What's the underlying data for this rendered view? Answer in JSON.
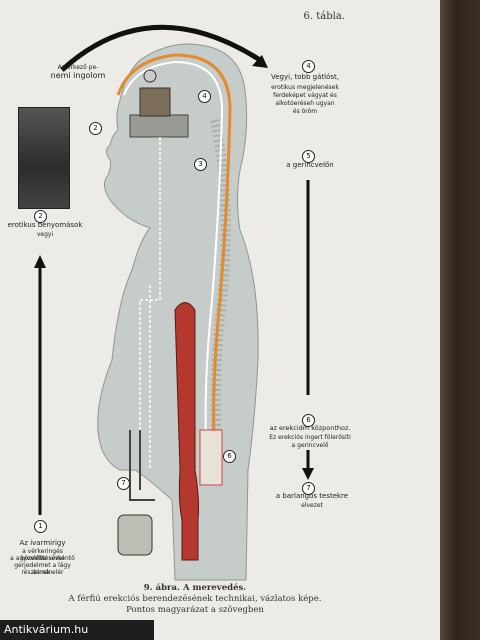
{
  "plate_number": "6. tábla.",
  "labels": {
    "tl1": "Az érkező pe-",
    "tl2": "nemi ingolom",
    "tr1": "Vegyi, tobb gátlóst,",
    "tr2": "erotikus megjelenések",
    "tr3": "ferdeképet vágyat és",
    "tr4": "alkotóeréseh ugyan",
    "tr5": "és öröm",
    "r5": "a gerincvelőn",
    "l2a": "erotikus benyomások",
    "l2b": "vegyi",
    "r6a": "az erekcidm központhoz.",
    "r6b": "Ez erekciós ingert fölerősíti",
    "r6c": "a gerincvelő",
    "r7a": "a barlangos testekre",
    "r7b": "elvezet",
    "l1a": "Az ivarmirigy",
    "l1b": "a vérkeringés közvetítésével",
    "l1c": "a agyvelőbe serkentő",
    "l1d": "gerjedelmet a lágy ásmán",
    "l1e": "részeinek elér"
  },
  "numbers": [
    "1",
    "2",
    "3",
    "4",
    "5",
    "6",
    "7"
  ],
  "caption": {
    "line1": "9. ábra. A merevedés.",
    "line2": "A férfiú erekciós berendezésének technikai, vázlatos képe.",
    "line3": "Pontos magyarázat a szövegben"
  },
  "watermark": "Antikvárium.hu"
}
